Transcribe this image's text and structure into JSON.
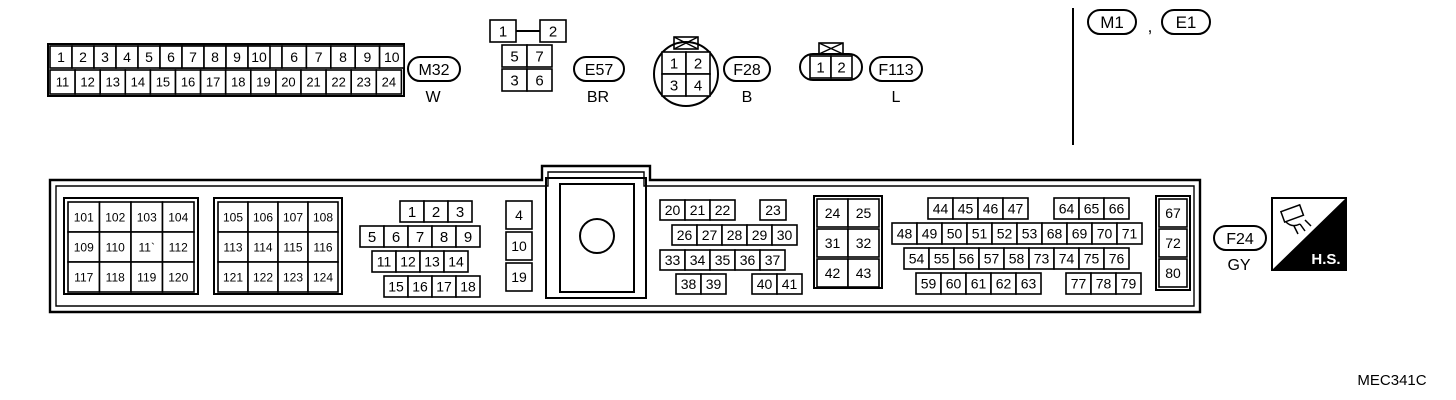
{
  "colors": {
    "line": "#000000",
    "background": "#ffffff"
  },
  "codes": {
    "m1": "M1",
    "e1": "E1",
    "sep": ",",
    "m32": "M32",
    "m32_color": "W",
    "e57": "E57",
    "e57_color": "BR",
    "f28": "F28",
    "f28_color": "B",
    "f113": "F113",
    "f113_color": "L",
    "f24": "F24",
    "f24_color": "GY",
    "hs": "H.S.",
    "ref": "MEC341C"
  },
  "m32_top": [
    "1",
    "2",
    "3",
    "4",
    "5",
    "6",
    "7",
    "8",
    "9",
    "10"
  ],
  "m32_bottom": [
    "11",
    "12",
    "13",
    "14",
    "15",
    "16",
    "17",
    "18",
    "19",
    "20",
    "21",
    "22",
    "23",
    "24"
  ],
  "e57_pins": [
    "1",
    "2",
    "5",
    "7",
    "3",
    "6"
  ],
  "f28_pins": [
    "1",
    "2",
    "3",
    "4"
  ],
  "f113_pins": [
    "1",
    "2"
  ],
  "ecm": {
    "b1": [
      [
        "101",
        "102",
        "103",
        "104"
      ],
      [
        "109",
        "110",
        "11`",
        "112"
      ],
      [
        "117",
        "118",
        "119",
        "120"
      ]
    ],
    "b2": [
      [
        "105",
        "106",
        "107",
        "108"
      ],
      [
        "113",
        "114",
        "115",
        "116"
      ],
      [
        "121",
        "122",
        "123",
        "124"
      ]
    ],
    "b3r1": [
      "1",
      "2",
      "3"
    ],
    "b3r2": [
      "5",
      "6",
      "7",
      "8",
      "9"
    ],
    "b3r3": [
      "11",
      "12",
      "13",
      "14"
    ],
    "b3r4": [
      "15",
      "16",
      "17",
      "18"
    ],
    "b4": [
      "4",
      "10",
      "19"
    ],
    "b5r1a": [
      "20",
      "21",
      "22"
    ],
    "b5r1b": [
      "23"
    ],
    "b5r2": [
      "26",
      "27",
      "28",
      "29",
      "30"
    ],
    "b5r3": [
      "33",
      "34",
      "35",
      "36",
      "37"
    ],
    "b5r4a": [
      "38",
      "39"
    ],
    "b5r4b": [
      "40",
      "41"
    ],
    "b6": [
      [
        "24",
        "25"
      ],
      [
        "31",
        "32"
      ],
      [
        "42",
        "43"
      ]
    ],
    "b7r1a": [
      "44",
      "45",
      "46",
      "47"
    ],
    "b7r1b": [
      "64",
      "65",
      "66"
    ],
    "b7r2": [
      "48",
      "49",
      "50",
      "51",
      "52",
      "53",
      "68",
      "69",
      "70",
      "71"
    ],
    "b7r3": [
      "54",
      "55",
      "56",
      "57",
      "58",
      "73",
      "74",
      "75",
      "76"
    ],
    "b7r4a": [
      "59",
      "60",
      "61",
      "62",
      "63"
    ],
    "b7r4b": [
      "77",
      "78",
      "79"
    ],
    "b8": [
      "67",
      "72",
      "80"
    ]
  }
}
